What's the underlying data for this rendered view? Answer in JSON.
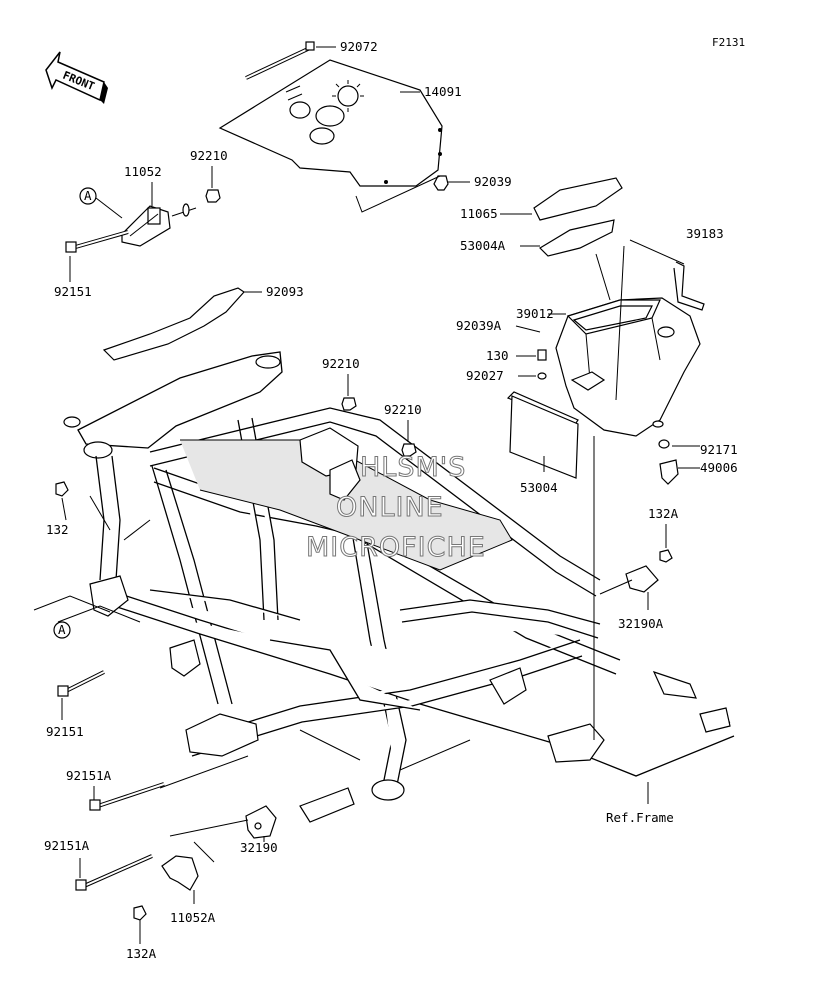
{
  "figure_id": "F2131",
  "front_label": "FRONT",
  "reference_label": "Ref.Frame",
  "watermark": [
    "HLSM'S",
    "ONLINE",
    "MICROFICHE"
  ],
  "callout_symbol": "A",
  "parts": {
    "p92072": "92072",
    "p14091": "14091",
    "p92210_a": "92210",
    "p11052": "11052",
    "p92039": "92039",
    "p11065": "11065",
    "p53004A": "53004A",
    "p39183": "39183",
    "p92151_a": "92151",
    "p92093": "92093",
    "p39012": "39012",
    "p92039A": "92039A",
    "p130": "130",
    "p92027": "92027",
    "p92210_b": "92210",
    "p92210_c": "92210",
    "p92171": "92171",
    "p49006": "49006",
    "p53004": "53004",
    "p132": "132",
    "p132A_a": "132A",
    "p32190A": "32190A",
    "p92151_b": "92151",
    "p92151A_a": "92151A",
    "p32190": "32190",
    "p92151A_b": "92151A",
    "p11052A": "11052A",
    "p132A_b": "132A"
  }
}
